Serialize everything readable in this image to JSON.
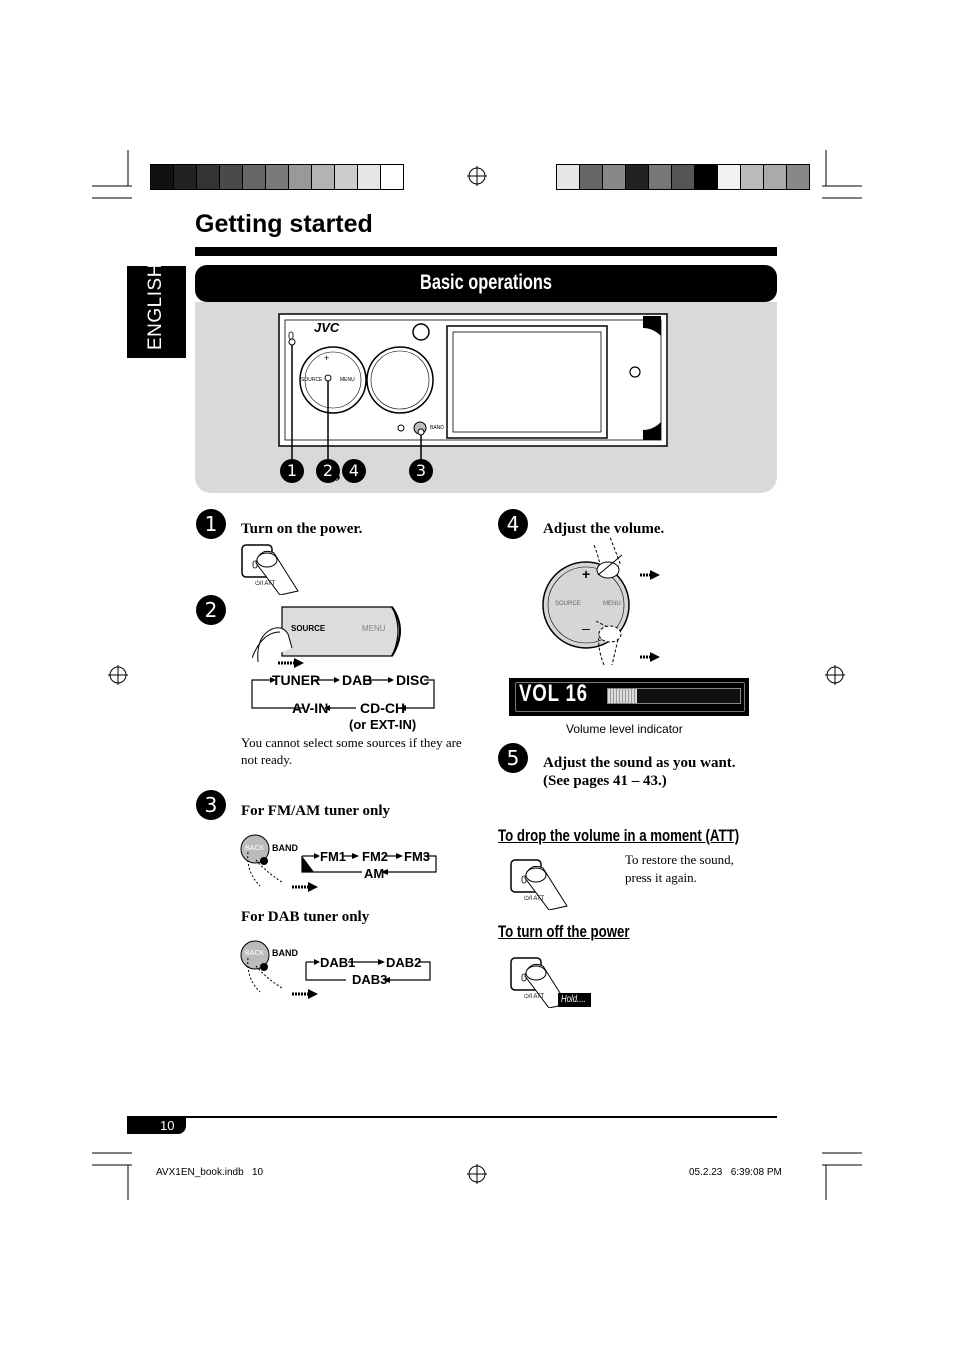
{
  "page": {
    "title": "Getting started",
    "language_tab": "ENGLISH",
    "section_title": "Basic operations",
    "page_number": "10"
  },
  "colors": {
    "panel_gray": "#d9d9d9",
    "black": "#000000",
    "color_bar_left": [
      "#111111",
      "#222222",
      "#333333",
      "#4a4a4a",
      "#666666",
      "#7a7a7a",
      "#999999",
      "#b3b3b3",
      "#cccccc",
      "#e6e6e6",
      "#ffffff"
    ],
    "color_bar_right": [
      "#e6e6e6",
      "#666666",
      "#888888",
      "#222222",
      "#777777",
      "#555555",
      "#000000",
      "#f2f2f2",
      "#bbbbbb",
      "#aaaaaa",
      "#888888"
    ]
  },
  "device": {
    "logo": "JVC",
    "knob_source": "SOURCE",
    "knob_menu": "MENU",
    "knob_plus": "+",
    "band_label": "BAND",
    "callouts": [
      "1",
      "2",
      ",",
      "4",
      "3"
    ]
  },
  "steps": {
    "s1": {
      "num": "1",
      "text": "Turn on the power.",
      "button_label": "⏻/I ATT"
    },
    "s2": {
      "num": "2",
      "knob_source": "SOURCE",
      "knob_menu": "MENU",
      "flow": {
        "tuner": "TUNER",
        "dab": "DAB",
        "disc": "DISC",
        "avin": "AV-IN",
        "cdch": "CD-CH",
        "extin": "(or EXT-IN)"
      },
      "note": "You cannot select some sources if they are not ready."
    },
    "s3": {
      "num": "3",
      "fm_heading": "For FM/AM tuner only",
      "dab_heading": "For DAB tuner only",
      "back_label": "BACK",
      "band_label": "BAND",
      "fm_flow": {
        "fm1": "FM1",
        "fm2": "FM2",
        "fm3": "FM3",
        "am": "AM"
      },
      "dab_flow": {
        "dab1": "DAB1",
        "dab2": "DAB2",
        "dab3": "DAB3"
      }
    },
    "s4": {
      "num": "4",
      "text": "Adjust the volume.",
      "knob_plus": "+",
      "knob_minus": "–",
      "knob_source": "SOURCE",
      "knob_menu": "MENU",
      "display_text": "VOL 16",
      "volume_level": 0.22,
      "indicator_caption": "Volume level indicator"
    },
    "s5": {
      "num": "5",
      "line1": "Adjust the sound as you want.",
      "line2": "(See pages 41 – 43.)"
    }
  },
  "att": {
    "heading": "To drop the volume in a moment (ATT)",
    "restore_line1": "To restore the sound,",
    "restore_line2": "press it again.",
    "button_label": "⏻/I ATT"
  },
  "power_off": {
    "heading": "To turn off the power",
    "hold_label": "Hold....",
    "button_label": "⏻/I ATT"
  },
  "footer": {
    "file": "AVX1EN_book.indb   10",
    "timestamp": "05.2.23   6:39:08 PM"
  }
}
